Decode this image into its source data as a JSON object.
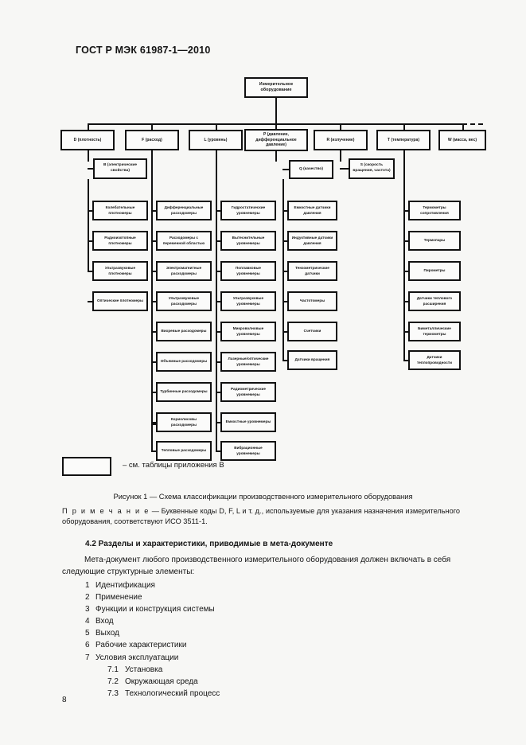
{
  "header": {
    "standard_title": "ГОСТ Р МЭК 61987-1—2010"
  },
  "diagram": {
    "root": "Измерительное оборудование",
    "level2": [
      {
        "id": "D",
        "label": "D (плотность)"
      },
      {
        "id": "F",
        "label": "F (расход)"
      },
      {
        "id": "L",
        "label": "L (уровень)"
      },
      {
        "id": "P",
        "label": "P (давление, дифференциальное давление)"
      },
      {
        "id": "R",
        "label": "R (излучение)"
      },
      {
        "id": "T",
        "label": "T (температура)"
      },
      {
        "id": "W",
        "label": "W (масса, вес)"
      }
    ],
    "level3": [
      {
        "id": "B",
        "label": "B (электрические свойства)"
      },
      {
        "id": "Q",
        "label": "Q (качество)"
      },
      {
        "id": "S",
        "label": "S (скорость вращения, частота)"
      }
    ],
    "columns": [
      {
        "parent": "D",
        "items": [
          "Колебательные плотномеры",
          "Радиоизотопные плотномеры",
          "Ультразвуковые плотномеры",
          "Оптические плотномеры"
        ]
      },
      {
        "parent": "F",
        "items": [
          "Дифференциальные расходомеры",
          "Расходомеры с переменной областью",
          "Электромагнитные расходомеры",
          "Ультразвуковые расходомеры",
          "Вихревые расходомеры",
          "Объемные расходомеры",
          "Турбинные расходомеры",
          "Кориолисовы расходомеры",
          "Тепловые расходомеры"
        ]
      },
      {
        "parent": "L",
        "items": [
          "Гидростатические уровнемеры",
          "Вытеснительные уровнемеры",
          "Поплавковые уровнемеры",
          "Ультразвуковые уровнемеры",
          "Микроволновые уровнемеры",
          "Лазерные/оптические уровнемеры",
          "Радиометрические уровнемеры",
          "Емкостные уровнемеры",
          "Вибрационные уровнемеры"
        ]
      },
      {
        "parent": "P",
        "items": [
          "Емкостные датчики давления",
          "Индуктивные датчики давления",
          "Тензометрические датчики",
          "Частотомеры",
          "Счетчики",
          "Датчики вращения"
        ]
      },
      {
        "parent": "T",
        "items": [
          "Термометры сопротивления",
          "Термопары",
          "Пирометры",
          "Датчики теплового расширения",
          "Биметаллические термометры",
          "Датчики теплопроводности"
        ]
      }
    ]
  },
  "legend": {
    "text": "– см. таблицы приложения В"
  },
  "caption": "Рисунок 1  — Схема классификации производственного измерительного оборудования",
  "note": {
    "label": "П р и м е ч а н и е",
    "dash": "—",
    "body": "Буквенные коды D, F, L и т. д., используемые для указания назначения измерительного оборудования, соответствуют ИСО 3511-1."
  },
  "section": {
    "heading": "4.2  Разделы и характеристики, приводимые в мета-документе",
    "paragraph": "Мета-документ любого производственного измерительного оборудования должен включать в себя следующие структурные элементы:",
    "items": [
      {
        "num": "1",
        "label": "Идентификация"
      },
      {
        "num": "2",
        "label": "Применение"
      },
      {
        "num": "3",
        "label": "Функции и конструкция системы"
      },
      {
        "num": "4",
        "label": "Вход"
      },
      {
        "num": "5",
        "label": "Выход"
      },
      {
        "num": "6",
        "label": "Рабочие характеристики"
      },
      {
        "num": "7",
        "label": "Условия эксплуатации"
      }
    ],
    "subitems": [
      {
        "num": "7.1",
        "label": "Установка"
      },
      {
        "num": "7.2",
        "label": "Окружающая среда"
      },
      {
        "num": "7.3",
        "label": "Технологический процесс"
      }
    ]
  },
  "page_number": "8"
}
